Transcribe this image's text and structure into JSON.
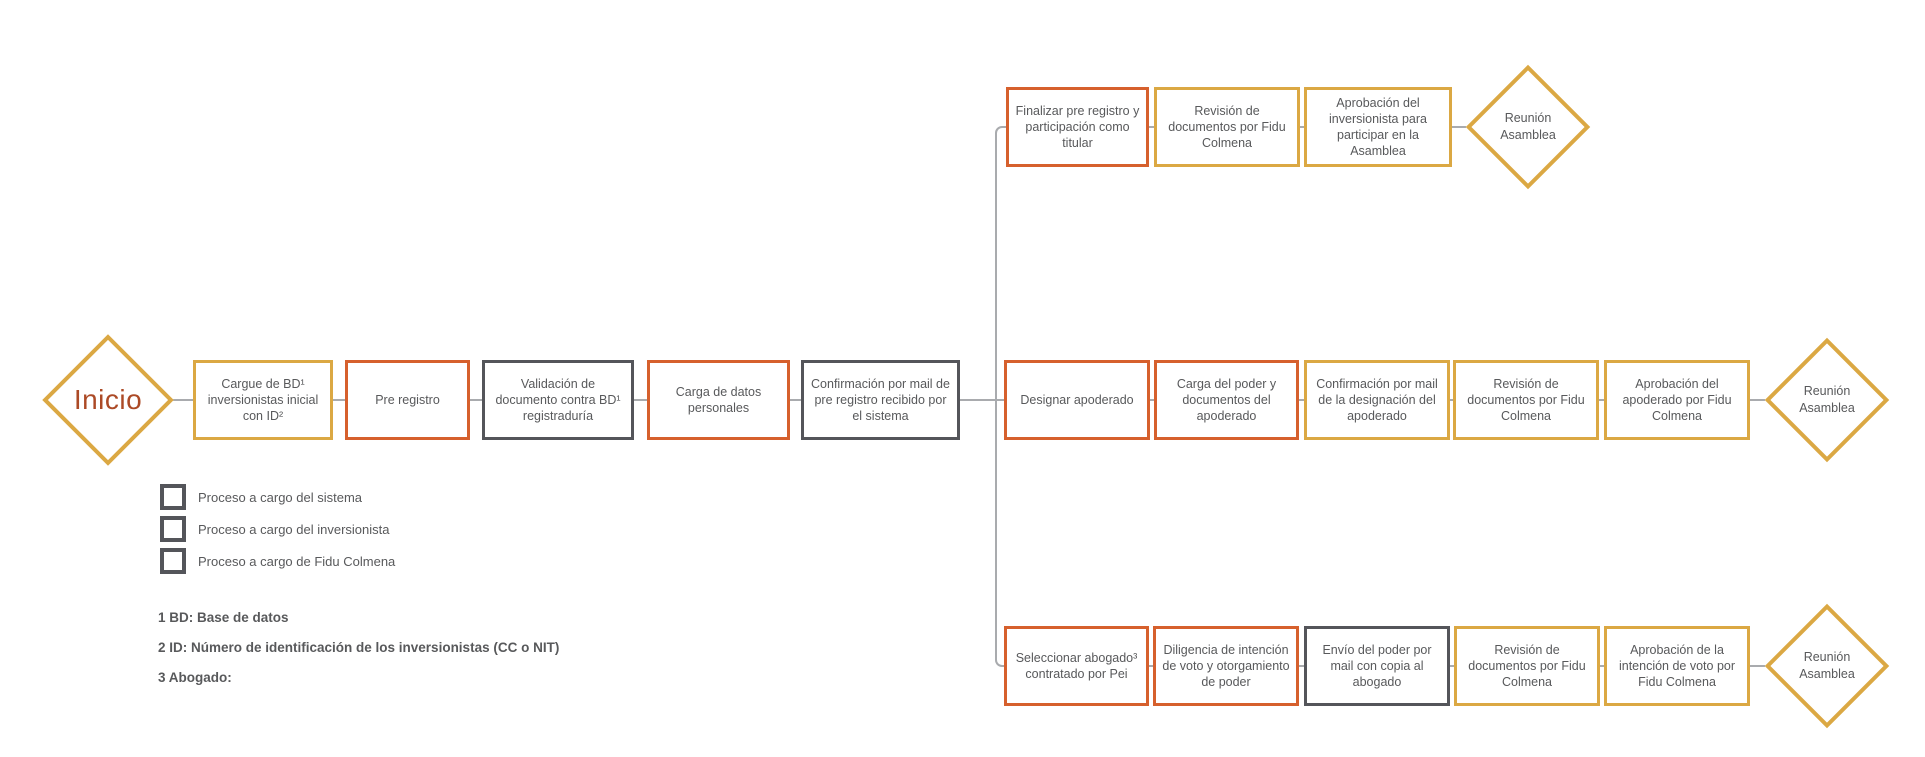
{
  "colors": {
    "gold": "#DBA843",
    "orange": "#D6602D",
    "gray": "#54555A",
    "line": "#A9ABAE",
    "text": "#58595B",
    "start": "#AC4A26"
  },
  "start": {
    "label": "Inicio"
  },
  "main_flow": {
    "steps": [
      {
        "label": "Cargue de BD¹ inversionistas inicial con ID²",
        "owner": "sistema"
      },
      {
        "label": "Pre registro",
        "owner": "inversionista"
      },
      {
        "label": "Validación de documento contra BD¹ registraduría",
        "owner": "fidu-colmena"
      },
      {
        "label": "Carga de datos personales",
        "owner": "inversionista"
      },
      {
        "label": "Confirmación por mail de pre registro recibido por el sistema",
        "owner": "fidu-colmena"
      }
    ]
  },
  "branches": {
    "titular": {
      "steps": [
        {
          "label": "Finalizar pre registro y participación como titular",
          "owner": "inversionista"
        },
        {
          "label": "Revisión de documentos por Fidu Colmena",
          "owner": "sistema"
        },
        {
          "label": "Aprobación del inversionista para participar en la Asamblea",
          "owner": "sistema"
        }
      ],
      "end": "Reunión Asamblea"
    },
    "apoderado": {
      "steps": [
        {
          "label": "Designar apoderado",
          "owner": "inversionista"
        },
        {
          "label": "Carga del poder y documentos del apoderado",
          "owner": "inversionista"
        },
        {
          "label": "Confirmación por mail de la designación del apoderado",
          "owner": "sistema"
        },
        {
          "label": "Revisión de documentos por Fidu Colmena",
          "owner": "sistema"
        },
        {
          "label": "Aprobación del apoderado por Fidu Colmena",
          "owner": "sistema"
        }
      ],
      "end": "Reunión Asamblea"
    },
    "abogado": {
      "steps": [
        {
          "label": "Seleccionar abogado³ contratado por Pei",
          "owner": "inversionista"
        },
        {
          "label": "Diligencia de intención de voto y otorgamiento de poder",
          "owner": "inversionista"
        },
        {
          "label": "Envío del poder por mail con copia al abogado",
          "owner": "fidu-colmena"
        },
        {
          "label": "Revisión de documentos por Fidu Colmena",
          "owner": "sistema"
        },
        {
          "label": "Aprobación de la intención de voto por Fidu Colmena",
          "owner": "sistema"
        }
      ],
      "end": "Reunión Asamblea"
    }
  },
  "legend": {
    "items": [
      {
        "label": "Proceso a cargo del sistema",
        "owner": "sistema",
        "color": "#DBA843"
      },
      {
        "label": "Proceso a cargo del inversionista",
        "owner": "inversionista",
        "color": "#D6602D"
      },
      {
        "label": "Proceso a cargo de Fidu Colmena",
        "owner": "fidu-colmena",
        "color": "#54555A"
      }
    ]
  },
  "footnotes": [
    "1 BD: Base de datos",
    "2 ID: Número de identificación de los inversionistas (CC o NIT)",
    "3 Abogado:"
  ]
}
